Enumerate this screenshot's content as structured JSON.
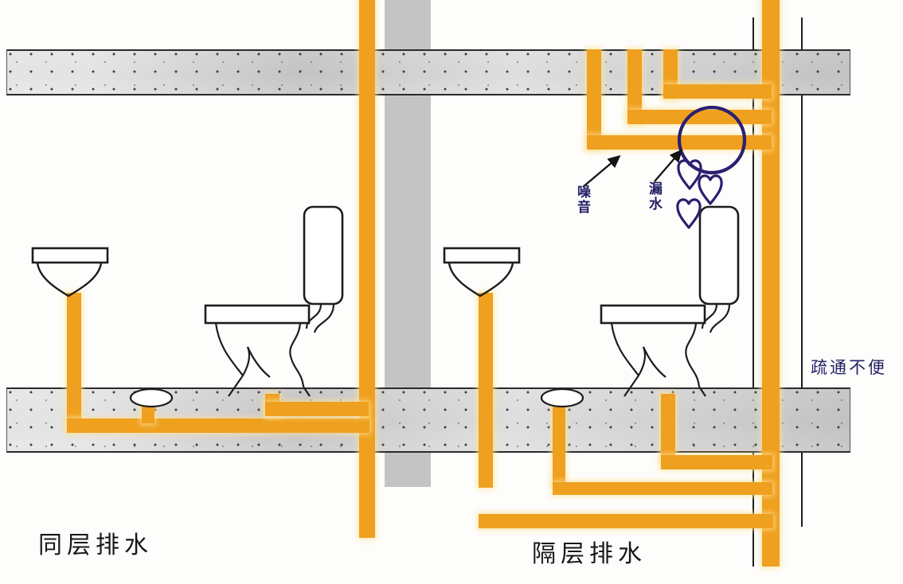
{
  "diagram": {
    "title_left": "同层排水",
    "title_right": "隔层排水",
    "annotations": {
      "noise": "噪音",
      "leak": "漏水",
      "hard_to_clean": "疏通不便"
    },
    "colors": {
      "pipe": "#efa01e",
      "slab": "#c6c6c6",
      "column": "#c4c4c4",
      "ink": "#1d1d1d",
      "annotation": "#231f63"
    },
    "icons": {
      "noise_arrow": "arrow-icon",
      "leak_arrow": "arrow-icon",
      "leak_circle": "circle-highlight-icon",
      "droplets": "heart-droplet-icon"
    },
    "fixtures": {
      "sink_left": "wash-basin",
      "sink_right": "wash-basin",
      "toilet_left": "toilet",
      "toilet_right": "toilet",
      "floor_drain_left": "floor-drain",
      "floor_drain_right": "floor-drain"
    }
  }
}
